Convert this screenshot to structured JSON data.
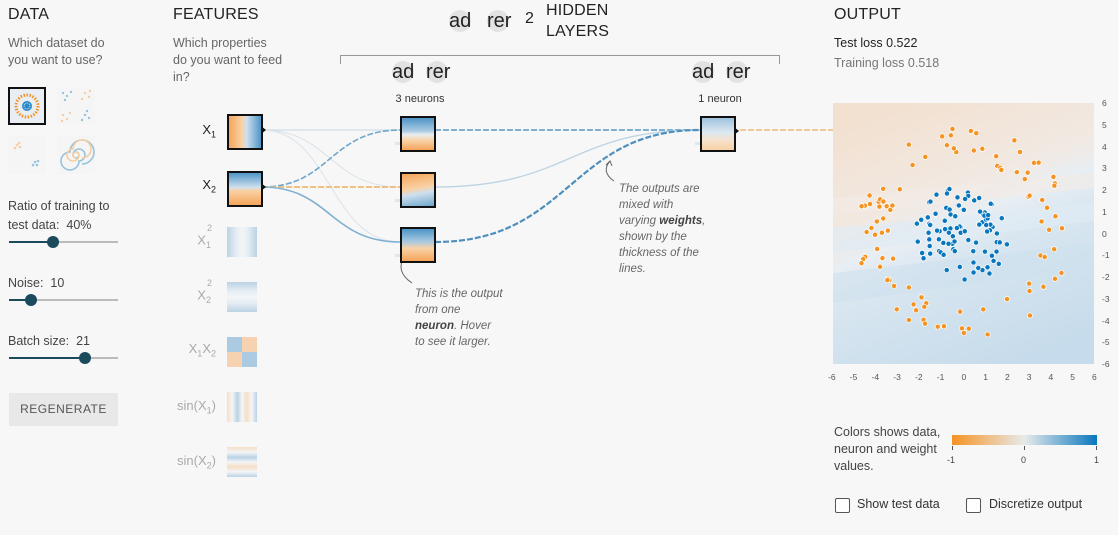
{
  "data_panel": {
    "title": "DATA",
    "prompt": "Which dataset do you want to use?",
    "ratio_label": "Ratio of training to test data:",
    "ratio_value": "40%",
    "ratio_fraction": 0.4,
    "noise_label": "Noise:",
    "noise_value": "10",
    "noise_fraction": 0.2,
    "batch_label": "Batch size:",
    "batch_value": "21",
    "batch_fraction": 0.7,
    "regenerate_label": "REGENERATE",
    "datasets": [
      "circle",
      "xor",
      "gaussian",
      "spiral"
    ],
    "selected_dataset": "circle"
  },
  "features_panel": {
    "title": "FEATURES",
    "prompt": "Which properties do you want to feed in?",
    "features": [
      {
        "name": "X",
        "sub": "1",
        "sup": "",
        "active": true
      },
      {
        "name": "X",
        "sub": "2",
        "sup": "",
        "active": true
      },
      {
        "name": "X",
        "sub": "1",
        "sup": "2",
        "active": false
      },
      {
        "name": "X",
        "sub": "2",
        "sup": "2",
        "active": false
      },
      {
        "name": "X",
        "sub": "1",
        "name2": "X",
        "sub2": "2",
        "active": false
      },
      {
        "name": "sin(X",
        "sub": "1",
        "close": ")",
        "active": false
      },
      {
        "name": "sin(X",
        "sub": "2",
        "close": ")",
        "active": false
      }
    ]
  },
  "hidden_layers": {
    "add_icon_text": "ad",
    "remove_icon_text": "rer",
    "count": "2",
    "label_line1": "HIDDEN",
    "label_line2": "LAYERS",
    "layers": [
      {
        "neurons_label": "3 neurons",
        "add_text": "ad",
        "remove_text": "rer"
      },
      {
        "neurons_label": "1 neuron",
        "add_text": "ad",
        "remove_text": "rer"
      }
    ]
  },
  "annotations": {
    "neuron_note_1": "This is the output",
    "neuron_note_2": "from one",
    "neuron_note_bold": "neuron",
    "neuron_note_3": ". Hover",
    "neuron_note_4": "to see it larger.",
    "weights_note_1": "The outputs are",
    "weights_note_2": "mixed with",
    "weights_note_3": "varying ",
    "weights_note_bold": "weights",
    "weights_note_4": ",",
    "weights_note_5": "shown by the",
    "weights_note_6": "thickness of the",
    "weights_note_7": "lines."
  },
  "output_panel": {
    "title": "OUTPUT",
    "test_loss_label": "Test loss",
    "test_loss_value": "0.522",
    "training_loss_label": "Training loss",
    "training_loss_value": "0.518",
    "x_ticks": [
      "-6",
      "-5",
      "-4",
      "-3",
      "-2",
      "-1",
      "0",
      "1",
      "2",
      "3",
      "4",
      "5",
      "6"
    ],
    "y_ticks": [
      "6",
      "5",
      "4",
      "3",
      "2",
      "1",
      "0",
      "-1",
      "-2",
      "-3",
      "-4",
      "-5",
      "-6"
    ],
    "legend_caption": "Colors shows data, neuron and weight values.",
    "legend_ticks": [
      "-1",
      "0",
      "1"
    ],
    "show_test_label": "Show test data",
    "discretize_label": "Discretize output",
    "show_test_checked": false,
    "discretize_checked": false
  },
  "colors": {
    "orange": "#f59322",
    "blue": "#0877bd",
    "bg": "#f7f7f7",
    "dark": "#1a4a5c"
  }
}
